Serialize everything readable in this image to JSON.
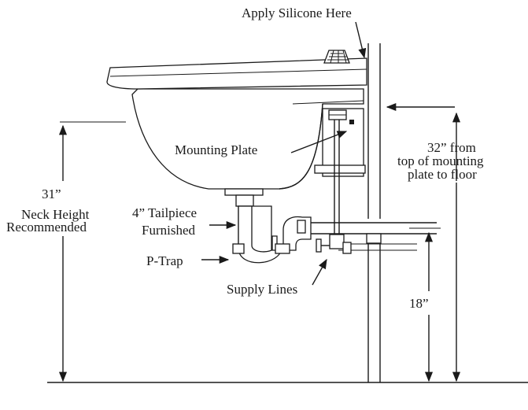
{
  "labels": {
    "apply_silicone": "Apply Silicone Here",
    "mounting_plate": "Mounting Plate",
    "dim_32_line1": "32” from",
    "dim_32_line2": "top of mounting",
    "dim_32_line3": "plate to floor",
    "dim_31_line1": "31”",
    "dim_31_line2": "Neck Height",
    "dim_31_line3": "Recommended",
    "tailpiece_line1": "4” Tailpiece",
    "tailpiece_line2": "Furnished",
    "p_trap": "P-Trap",
    "supply_lines": "Supply Lines",
    "dim_18": "18”"
  }
}
